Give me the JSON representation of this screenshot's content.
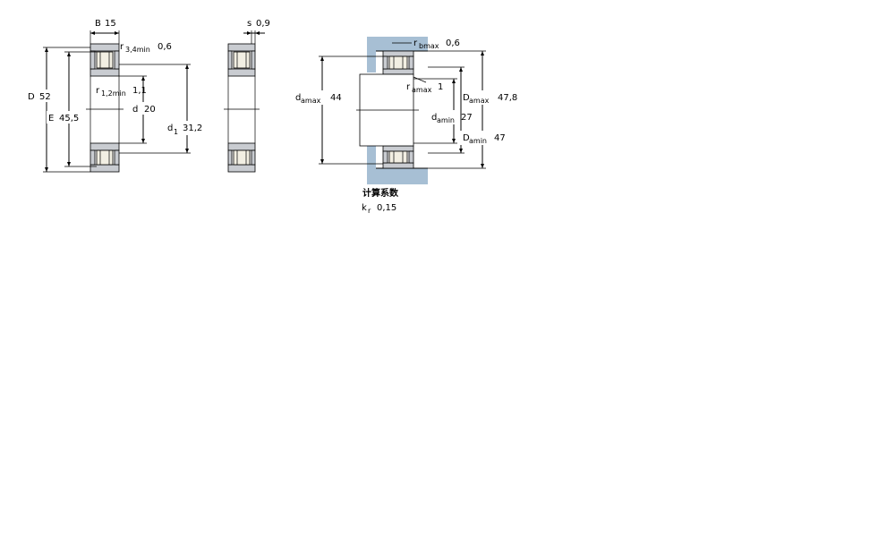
{
  "view1": {
    "B": {
      "label": "B",
      "value": "15"
    },
    "r34": {
      "label": "r",
      "sub": "3,4min",
      "value": "0,6"
    },
    "D": {
      "label": "D",
      "value": "52"
    },
    "E": {
      "label": "E",
      "value": "45,5"
    },
    "r12": {
      "label": "r",
      "sub": "1,2min",
      "value": "1,1"
    },
    "d": {
      "label": "d",
      "value": "20"
    },
    "d1": {
      "label": "d",
      "sub": "1",
      "value": "31,2"
    }
  },
  "view2": {
    "s": {
      "label": "s",
      "value": "0,9"
    }
  },
  "view3": {
    "rbmax": {
      "label": "r",
      "sub": "bmax",
      "value": "0,6"
    },
    "ramax": {
      "label": "r",
      "sub": "amax",
      "value": "1"
    },
    "damax": {
      "label": "d",
      "sub": "amax",
      "value": "44"
    },
    "damin": {
      "label": "d",
      "sub": "amin",
      "value": "27"
    },
    "Damax": {
      "label": "D",
      "sub": "amax",
      "value": "47,8"
    },
    "Damin": {
      "label": "D",
      "sub": "amin",
      "value": "47"
    }
  },
  "calc": {
    "title": "计算系数",
    "kr": {
      "label": "k",
      "sub": "r",
      "value": "0,15"
    }
  }
}
